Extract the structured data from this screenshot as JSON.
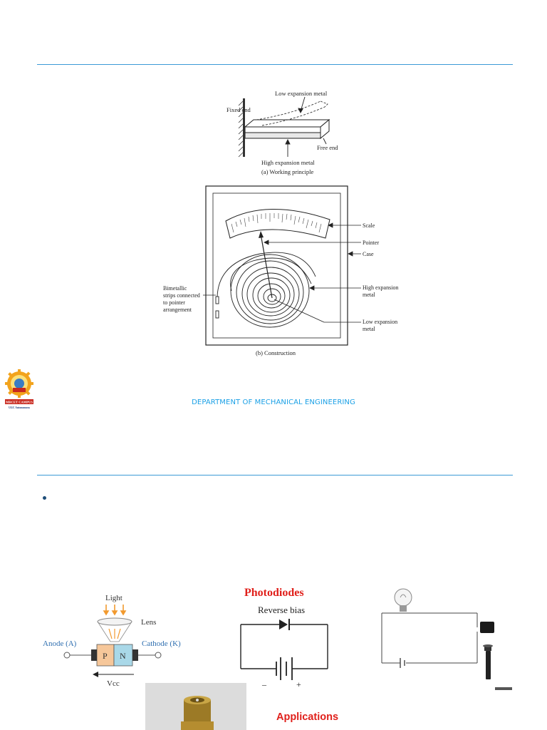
{
  "slide1": {
    "fig_a": {
      "low_label": "Low expansion metal",
      "fixed_label": "Fixed end",
      "free_label": "Free end",
      "high_label": "High expansion metal",
      "caption": "(a) Working principle"
    },
    "fig_b": {
      "scale_label": "Scale",
      "pointer_label": "Pointer",
      "case_label": "Case",
      "high_label_1": "High expansion",
      "high_label_2": "metal",
      "low_label_1": "Low expansion",
      "low_label_2": "metal",
      "bimetal_1": "Bimetallic",
      "bimetal_2": "strips connected",
      "bimetal_3": "to pointer",
      "bimetal_4": "arrangement",
      "caption": "(b) Construction"
    },
    "logo": {
      "campus": "MRCET CAMPUS",
      "sub": "UGC Autonomous"
    },
    "department": "DEPARTMENT OF MECHANICAL ENGINEERING"
  },
  "slide2": {
    "diode": {
      "light_label": "Light",
      "lens_label": "Lens",
      "anode_label": "Anode (A)",
      "cathode_label": "Cathode (K)",
      "p_label": "P",
      "n_label": "N",
      "vcc_label": "Vcc"
    },
    "bias": {
      "title": "Photodiodes",
      "subtitle": "Reverse bias",
      "minus": "–",
      "plus": "+"
    },
    "applications_title": "Applications"
  },
  "colors": {
    "rule": "#3c9ad6",
    "department_text": "#1aa0e6",
    "photodiode_title": "#e0201b",
    "anode_cathode": "#2f6fb0",
    "light_arrows": "#f29a2e",
    "p_region": "#f6c79a",
    "n_region": "#a9d8e8"
  }
}
